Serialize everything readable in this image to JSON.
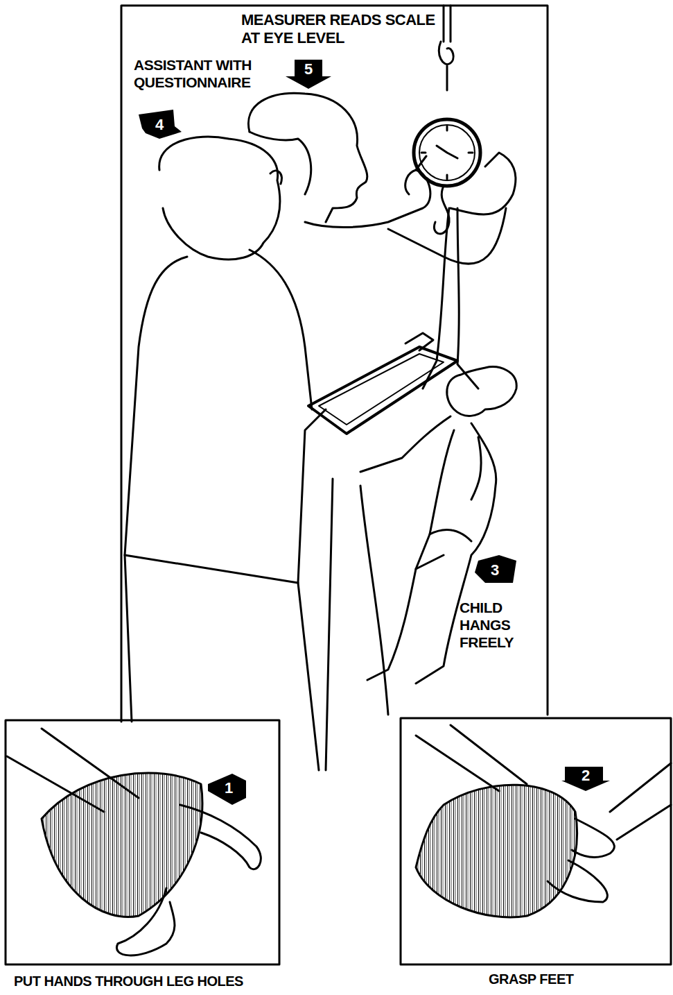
{
  "diagram": {
    "labels": [
      "MEASURER READS SCALE AT EYE LEVEL",
      "5",
      "ASSISTANT WITH QUESTIONNAIRE",
      "4",
      "3",
      "CHILD HANGS FREELY",
      "1",
      "2",
      "PUT HANDS THROUGH LEG HOLES",
      "GRASP FEET"
    ]
  }
}
